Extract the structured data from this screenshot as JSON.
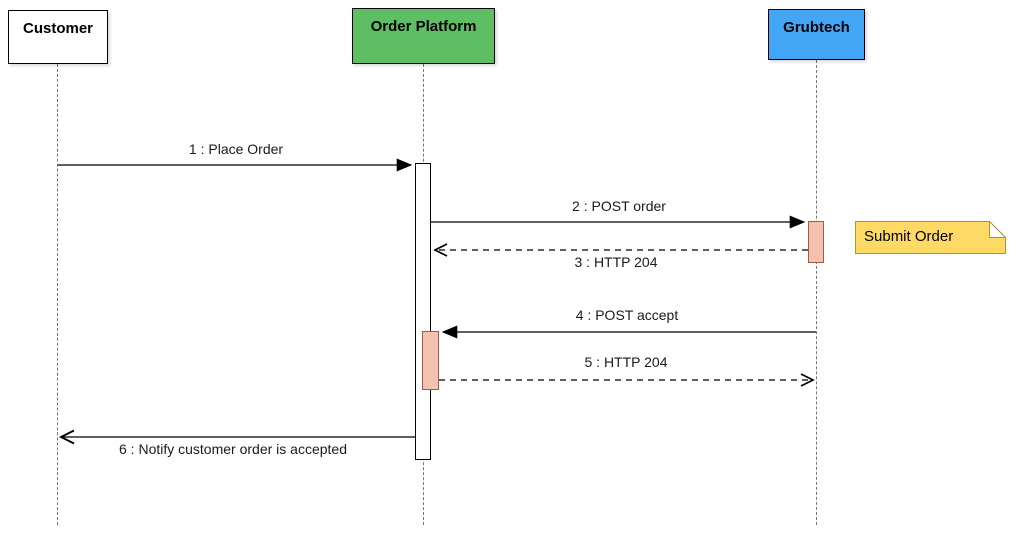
{
  "diagram": {
    "type": "uml-sequence",
    "actors": [
      {
        "id": "customer",
        "label": "Customer",
        "fill": "#ffffff",
        "text_color": "#000000"
      },
      {
        "id": "order-platform",
        "label": "Order Platform",
        "fill": "#5DBE64",
        "text_color": "#000000"
      },
      {
        "id": "grubtech",
        "label": "Grubtech",
        "fill": "#42A5F5",
        "text_color": "#000000"
      }
    ],
    "messages": [
      {
        "seq": "1",
        "label": "1 : Place Order",
        "from": "customer",
        "to": "order-platform",
        "line": "solid",
        "arrowhead": "filled"
      },
      {
        "seq": "2",
        "label": "2 : POST order",
        "from": "order-platform",
        "to": "grubtech",
        "line": "solid",
        "arrowhead": "filled"
      },
      {
        "seq": "3",
        "label": "3 : HTTP 204",
        "from": "grubtech",
        "to": "order-platform",
        "line": "dashed",
        "arrowhead": "open"
      },
      {
        "seq": "4",
        "label": "4 : POST accept",
        "from": "grubtech",
        "to": "order-platform",
        "line": "solid",
        "arrowhead": "filled"
      },
      {
        "seq": "5",
        "label": "5 : HTTP 204",
        "from": "order-platform",
        "to": "grubtech",
        "line": "dashed",
        "arrowhead": "open"
      },
      {
        "seq": "6",
        "label": "6 : Notify customer order is accepted",
        "from": "order-platform",
        "to": "customer",
        "line": "solid",
        "arrowhead": "open"
      }
    ],
    "note": {
      "text": "Submit Order",
      "fill": "#FFD966",
      "border": "#B09339"
    },
    "colors": {
      "activation_main_fill": "#ffffff",
      "activation_nested_fill": "#F5C2B0",
      "lifeline": "#757575",
      "arrow": "#000000"
    }
  }
}
